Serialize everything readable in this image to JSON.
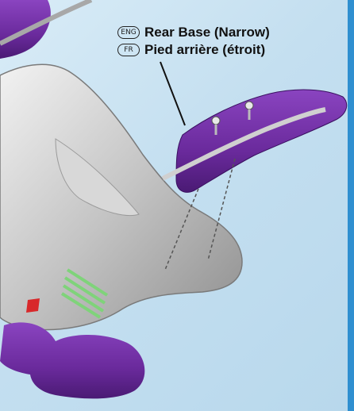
{
  "labels": [
    {
      "lang": "ENG",
      "text": "Rear Base (Narrow)"
    },
    {
      "lang": "FR",
      "text": "Pied arrière (étroit)"
    }
  ],
  "colors": {
    "background": "#c8e1f1",
    "frame_edge": "#2f8fd0",
    "body_silver": "#c9c9c9",
    "base_purple": "#6a2a9c",
    "stripe_green": "#7fd37a",
    "accent_red": "#d8282a"
  }
}
